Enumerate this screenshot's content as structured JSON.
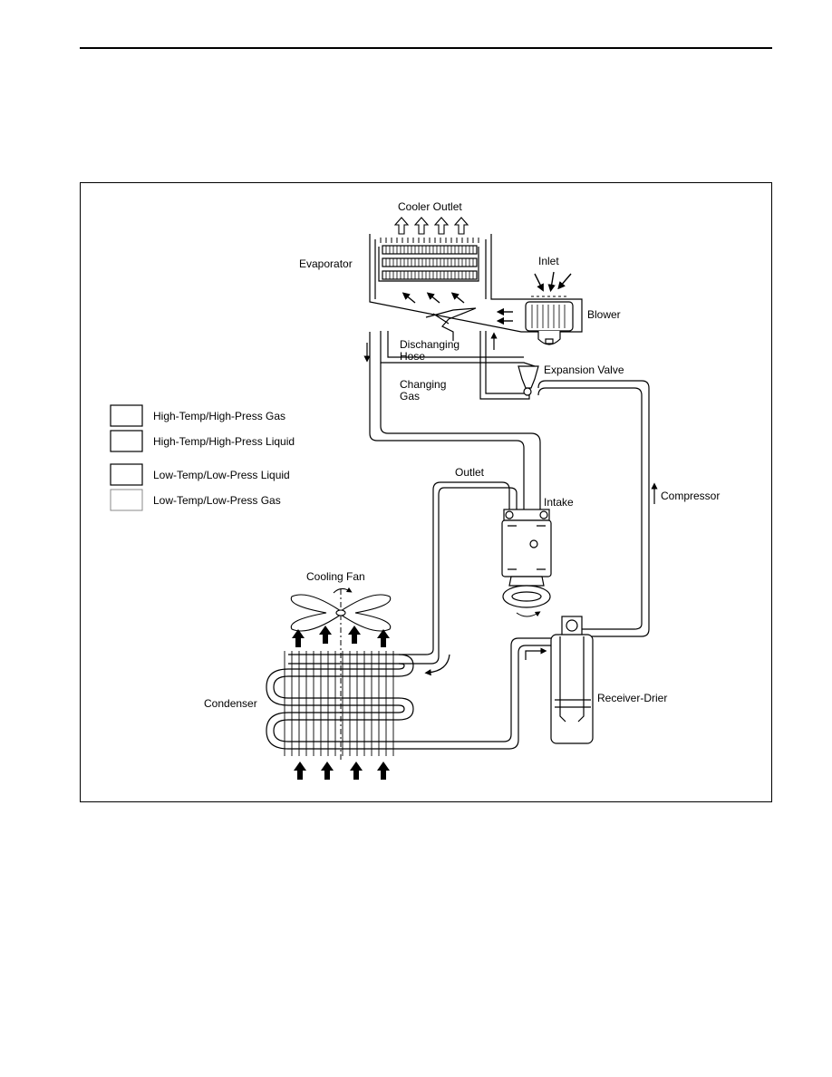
{
  "labels": {
    "cooler_outlet": "Cooler Outlet",
    "evaporator": "Evaporator",
    "inlet": "Inlet",
    "blower": "Blower",
    "discharging_hose_1": "Dischanging",
    "discharging_hose_2": "Hose",
    "expansion_valve": "Expansion Valve",
    "changing_gas_1": "Changing",
    "changing_gas_2": "Gas",
    "outlet": "Outlet",
    "intake": "Intake",
    "compressor": "Compressor",
    "cooling_fan": "Cooling Fan",
    "condenser": "Condenser",
    "receiver_drier": "Receiver-Drier"
  },
  "legend": [
    {
      "label": "High-Temp/High-Press Gas"
    },
    {
      "label": "High-Temp/High-Press Liquid"
    },
    {
      "label": "Low-Temp/Low-Press Liquid"
    },
    {
      "label": "Low-Temp/Low-Press Gas"
    }
  ]
}
